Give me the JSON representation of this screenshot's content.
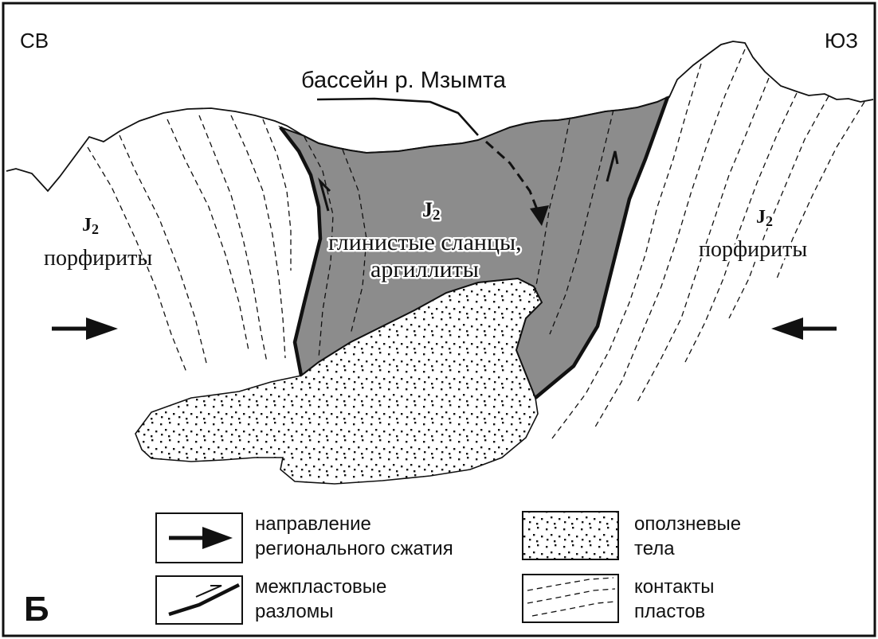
{
  "figure": {
    "panel_letter": "Б",
    "direction_left": "СВ",
    "direction_right": "ЮЗ",
    "basin_label": "бассейн р. Мзымта",
    "left_unit": {
      "age_main": "J",
      "age_sub": "2",
      "rock": "порфириты"
    },
    "center_unit": {
      "age_main": "J",
      "age_sub": "2",
      "rock_line1": "глинистые сланцы,",
      "rock_line2": "аргиллиты"
    },
    "right_unit": {
      "age_main": "J",
      "age_sub": "2",
      "rock": "порфириты"
    }
  },
  "legend": {
    "items": [
      {
        "id": "compression",
        "line1": "направление",
        "line2": "регионального сжатия",
        "symbol": "arrow-icon"
      },
      {
        "id": "landslide",
        "line1": "оползневые",
        "line2": "тела",
        "symbol": "stipple-pattern-icon"
      },
      {
        "id": "faults",
        "line1": "межпластовые",
        "line2": "разломы",
        "symbol": "fault-icon"
      },
      {
        "id": "contacts",
        "line1": "контакты",
        "line2": "пластов",
        "symbol": "dashed-contacts-icon"
      }
    ]
  },
  "colors": {
    "shale_fill": "#8c8c8c",
    "line": "#111111",
    "background": "#ffffff"
  }
}
